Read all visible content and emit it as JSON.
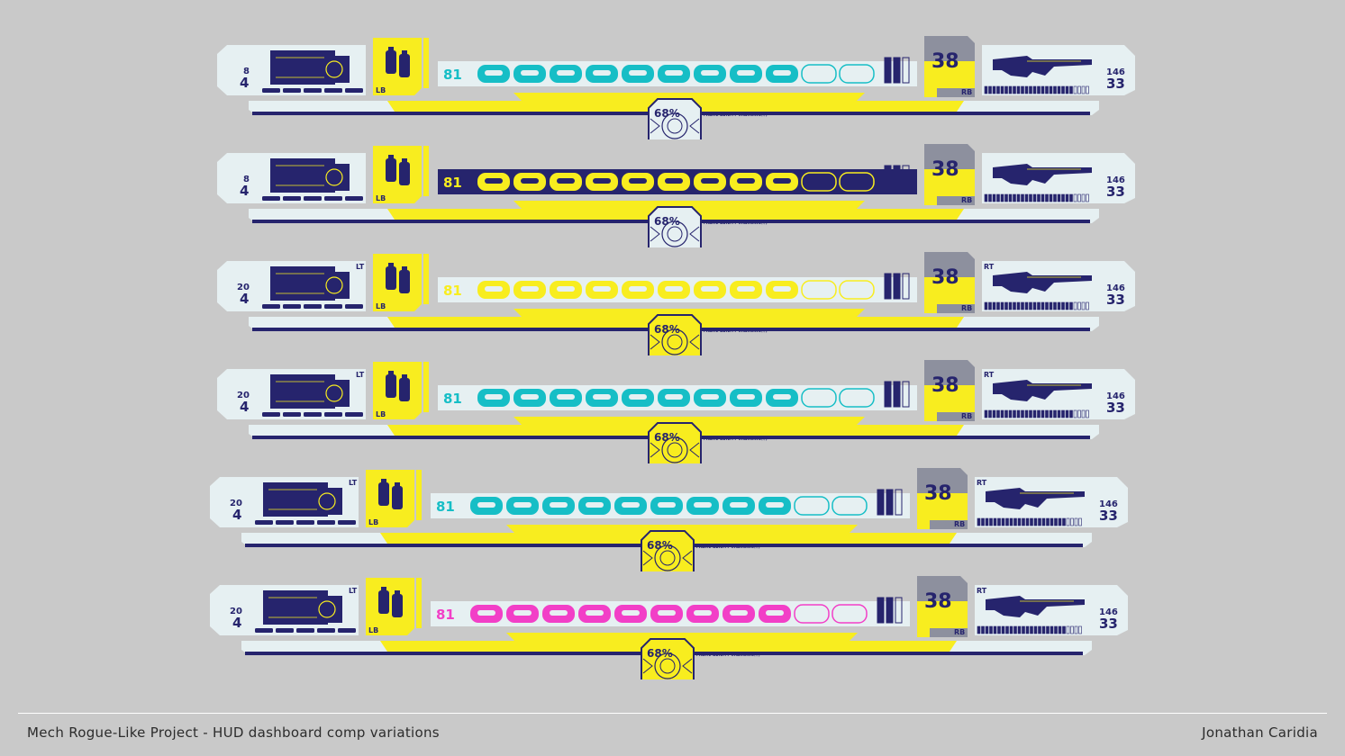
{
  "colors": {
    "background": "#c9c9c9",
    "panel": "#e6f0f2",
    "navy": "#26246d",
    "yellow": "#f8ed1f",
    "cyan": "#16bec6",
    "magenta": "#f23fc7",
    "grey_block": "#8d909e"
  },
  "icons": {
    "weapon_left": "energy-cannon-icon",
    "grenades": "grenade-icon",
    "weapon_right": "rifle-icon",
    "ability": "reactor-emblem-icon"
  },
  "huds": [
    {
      "left_top": "8",
      "left_bottom": "4",
      "left_trigger": "",
      "lb": "LB",
      "hp": "81",
      "ability_count": "38",
      "rb": "RB",
      "right_trigger": "",
      "right_top": "146",
      "right_bottom": "33",
      "ability_pct": "68%",
      "charging": "FRAME ABILITY CHARGING///;",
      "health_color": "cyan",
      "health_bg": "panel"
    },
    {
      "left_top": "8",
      "left_bottom": "4",
      "left_trigger": "",
      "lb": "LB",
      "hp": "81",
      "ability_count": "38",
      "rb": "RB",
      "right_trigger": "",
      "right_top": "146",
      "right_bottom": "33",
      "ability_pct": "68%",
      "charging": "FRAME ABILITY CHARGING///;",
      "health_color": "yellow",
      "health_bg": "navy"
    },
    {
      "left_top": "20",
      "left_bottom": "4",
      "left_trigger": "LT",
      "lb": "LB",
      "hp": "81",
      "ability_count": "38",
      "rb": "RB",
      "right_trigger": "RT",
      "right_top": "146",
      "right_bottom": "33",
      "ability_pct": "68%",
      "charging": "FRAME ABILITY CHARGING///;",
      "health_color": "yellow",
      "health_bg": "panel"
    },
    {
      "left_top": "20",
      "left_bottom": "4",
      "left_trigger": "LT",
      "lb": "LB",
      "hp": "81",
      "ability_count": "38",
      "rb": "RB",
      "right_trigger": "RT",
      "right_top": "146",
      "right_bottom": "33",
      "ability_pct": "68%",
      "charging": "FRAME ABILITY CHARGING///;",
      "health_color": "cyan",
      "health_bg": "panel"
    },
    {
      "left_top": "20",
      "left_bottom": "4",
      "left_trigger": "LT",
      "lb": "LB",
      "hp": "81",
      "ability_count": "38",
      "rb": "RB",
      "right_trigger": "RT",
      "right_top": "146",
      "right_bottom": "33",
      "ability_pct": "68%",
      "charging": "FRAME ABILITY CHARGING///;",
      "health_color": "cyan",
      "health_bg": "panel"
    },
    {
      "left_top": "20",
      "left_bottom": "4",
      "left_trigger": "LT",
      "lb": "LB",
      "hp": "81",
      "ability_count": "38",
      "rb": "RB",
      "right_trigger": "RT",
      "right_top": "146",
      "right_bottom": "33",
      "ability_pct": "68%",
      "charging": "FRAME ABILITY CHARGING///;",
      "health_color": "magenta",
      "health_bg": "panel"
    }
  ],
  "footer": {
    "project": "Mech Rogue-Like Project - HUD dashboard comp variations",
    "author": "Jonathan Caridia"
  }
}
